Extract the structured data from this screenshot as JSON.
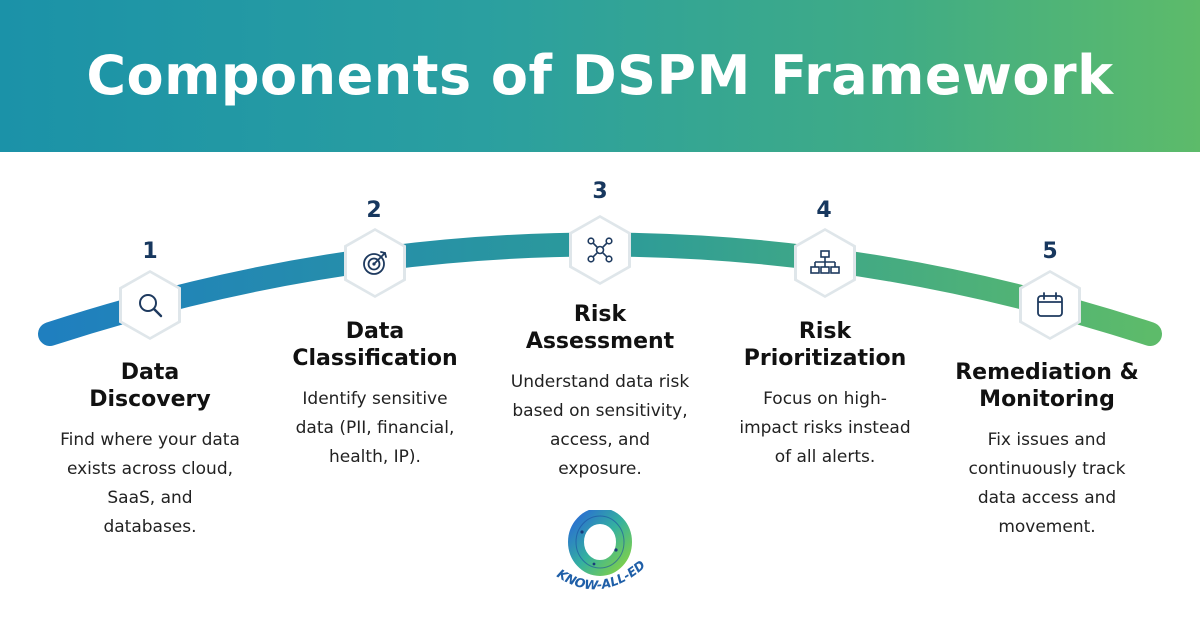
{
  "header": {
    "title": "Components of DSPM Framework"
  },
  "colors": {
    "banner_start": "#1b92a8",
    "banner_end": "#5dbb6a",
    "arc_start": "#1f7fbf",
    "arc_end": "#5dbb6a",
    "number": "#17375e"
  },
  "steps": [
    {
      "number": "1",
      "icon": "magnifier-icon",
      "title_line1": "Data",
      "title_line2": "Discovery",
      "description": "Find where your data exists across cloud, SaaS, and databases."
    },
    {
      "number": "2",
      "icon": "target-icon",
      "title_line1": "Data",
      "title_line2": "Classification",
      "description": "Identify sensitive data (PII, financial, health, IP)."
    },
    {
      "number": "3",
      "icon": "network-nodes-icon",
      "title_line1": "Risk",
      "title_line2": "Assessment",
      "description": "Understand data risk based on sensitivity, access, and exposure."
    },
    {
      "number": "4",
      "icon": "hierarchy-icon",
      "title_line1": "Risk",
      "title_line2": "Prioritization",
      "description": "Focus on high-impact risks instead of all alerts."
    },
    {
      "number": "5",
      "icon": "calendar-icon",
      "title_line1": "Remediation &",
      "title_line2": "Monitoring",
      "description": "Fix issues and continuously track data access and movement."
    }
  ],
  "logo": {
    "text": "KNOW-ALL-EDGE"
  }
}
